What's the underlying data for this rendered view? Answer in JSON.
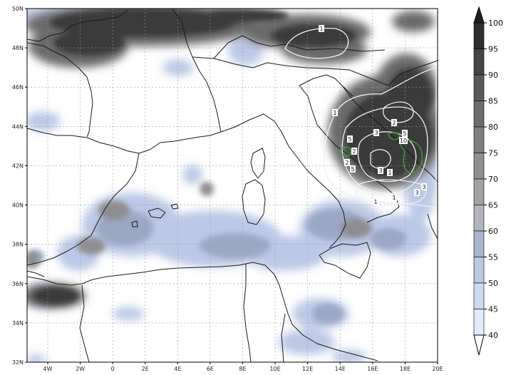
{
  "map": {
    "lat_labels": [
      "50N",
      "48N",
      "46N",
      "44N",
      "42N",
      "40N",
      "38N",
      "36N",
      "34N",
      "32N"
    ],
    "lon_labels": [
      "4W",
      "2W",
      "0",
      "2E",
      "4E",
      "6E",
      "8E",
      "10E",
      "12E",
      "14E",
      "16E",
      "18E",
      "20E"
    ],
    "contour_labels": [
      "1",
      "1",
      "2",
      "3",
      "5",
      "10",
      "2",
      "5",
      "3",
      "1",
      "3",
      "1",
      "1",
      "3",
      "2",
      "5"
    ],
    "colorbar": {
      "ticks": [
        "100",
        "95",
        "90",
        "85",
        "80",
        "75",
        "70",
        "65",
        "60",
        "55",
        "50",
        "45",
        "40"
      ],
      "colors": [
        "#2f2f2f",
        "#454545",
        "#5a5a5a",
        "#6d6d6d",
        "#7f7f7f",
        "#909090",
        "#a2a2a2",
        "#b2b5bc",
        "#a9b4cf",
        "#bac8e5",
        "#cdd9f0",
        "#e1ebfa"
      ]
    },
    "colors": {
      "coast": "#1a1a1a",
      "grid": "#9a9a9a",
      "contour_white": "#f0f0f0",
      "contour_green": "#39a535"
    }
  }
}
